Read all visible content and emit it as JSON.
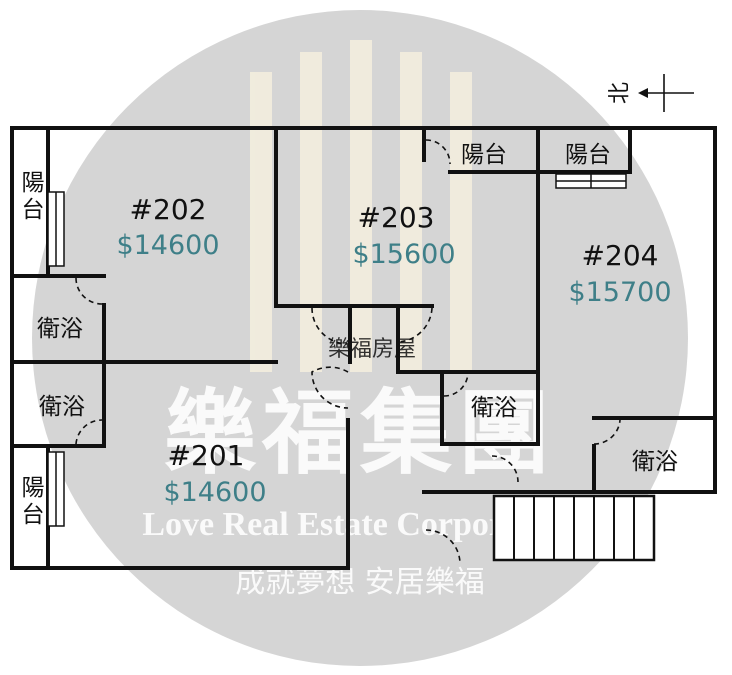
{
  "colors": {
    "wall": "#111111",
    "price": "#3e7f88",
    "watermark_circle": "#d5d5d5",
    "watermark_text": "#ffffff",
    "logo_bars": "#f3eede"
  },
  "watermark": {
    "main": "樂福集團",
    "english": "Love Real Estate Corporation",
    "slogan": "成就夢想 安居樂福",
    "logo_caption": "樂福房屋"
  },
  "compass": {
    "label": "北"
  },
  "units": [
    {
      "number": "#202",
      "price": "$14600"
    },
    {
      "number": "#203",
      "price": "$15600"
    },
    {
      "number": "#204",
      "price": "$15700"
    },
    {
      "number": "#201",
      "price": "$14600"
    }
  ],
  "rooms": {
    "balcony_202": "陽台",
    "balcony_203": "陽台",
    "balcony_204": "陽台",
    "balcony_201": "陽台",
    "bath_202": "衛浴",
    "bath_201": "衛浴",
    "bath_203": "衛浴",
    "bath_204": "衛浴"
  }
}
